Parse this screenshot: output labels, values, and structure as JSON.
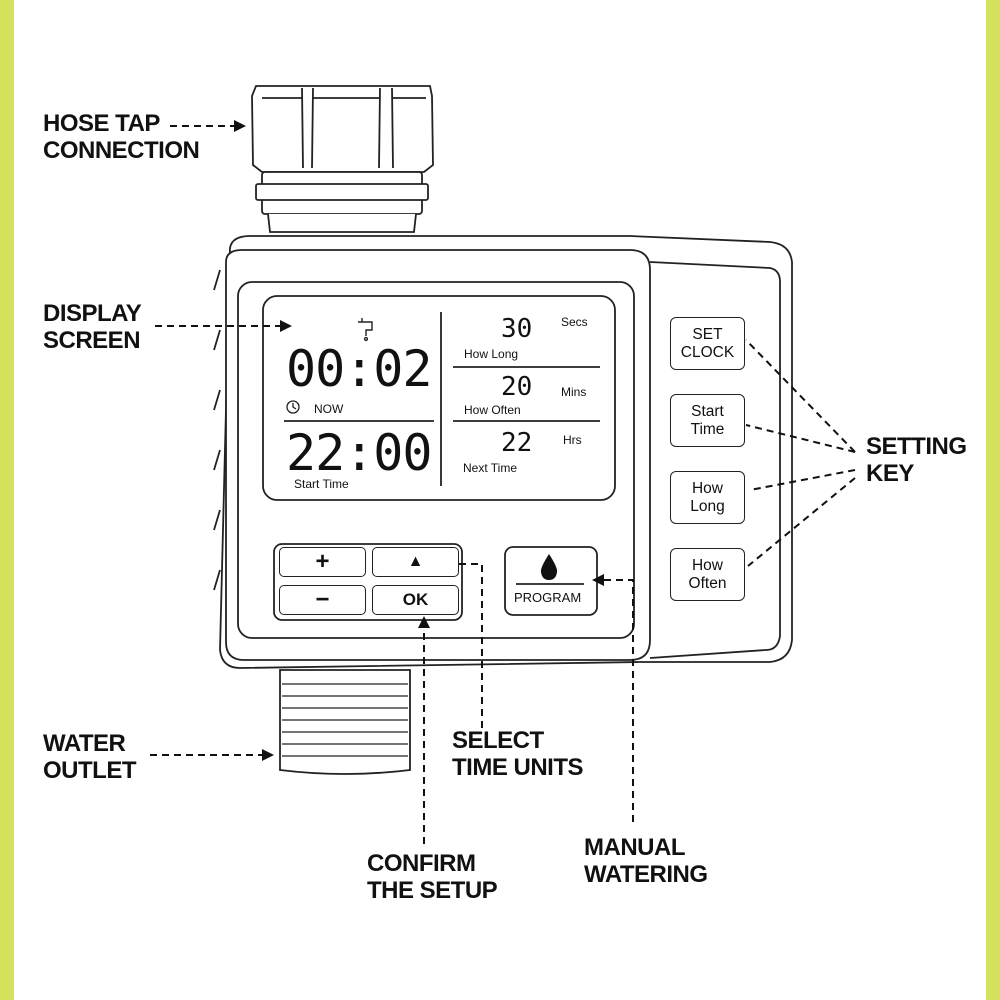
{
  "callouts": {
    "hose_tap": "HOSE TAP\nCONNECTION",
    "display": "DISPLAY\nSCREEN",
    "water_outlet": "WATER\nOUTLET",
    "select_units": "SELECT\nTIME UNITS",
    "confirm": "CONFIRM\nTHE SETUP",
    "manual": "MANUAL\nWATERING",
    "setting_key": "SETTING\nKEY"
  },
  "lcd": {
    "now_time": "00:02",
    "now_label": "NOW",
    "start_time": "22:00",
    "start_label": "Start Time",
    "how_long_value": "30",
    "how_long_unit": "Secs",
    "how_long_label": "How Long",
    "how_often_value": "20",
    "how_often_unit": "Mins",
    "how_often_label": "How Often",
    "next_value": "22",
    "next_unit": "Hrs",
    "next_label": "Next Time"
  },
  "keys": {
    "set_clock": "SET\nCLOCK",
    "start_time": "Start\nTime",
    "how_long": "How\nLong",
    "how_often": "How\nOften"
  },
  "buttons": {
    "plus": "+",
    "minus": "−",
    "up": "▲",
    "ok": "OK",
    "program": "PROGRAM"
  },
  "colors": {
    "border_green": "#d4e25c",
    "line": "#222222"
  }
}
